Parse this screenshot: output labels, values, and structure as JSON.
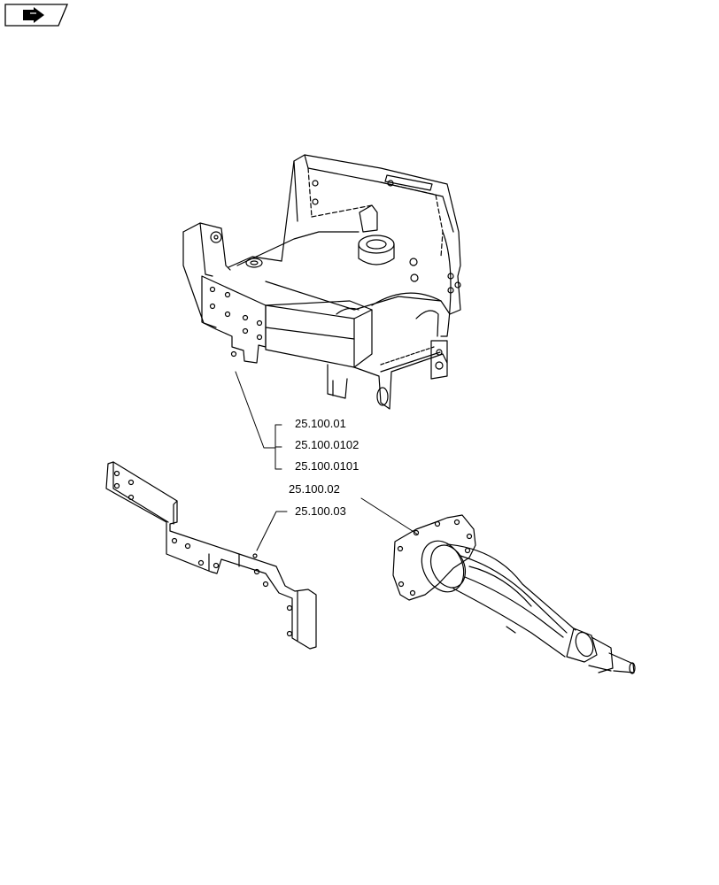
{
  "nav_icon": "page-navigation-arrow-icon",
  "callouts": {
    "frame_main": "25.100.01",
    "frame_variant_a": "25.100.0102",
    "frame_variant_b": "25.100.0101",
    "axle_housing": "25.100.02",
    "support_bracket": "25.100.03"
  }
}
